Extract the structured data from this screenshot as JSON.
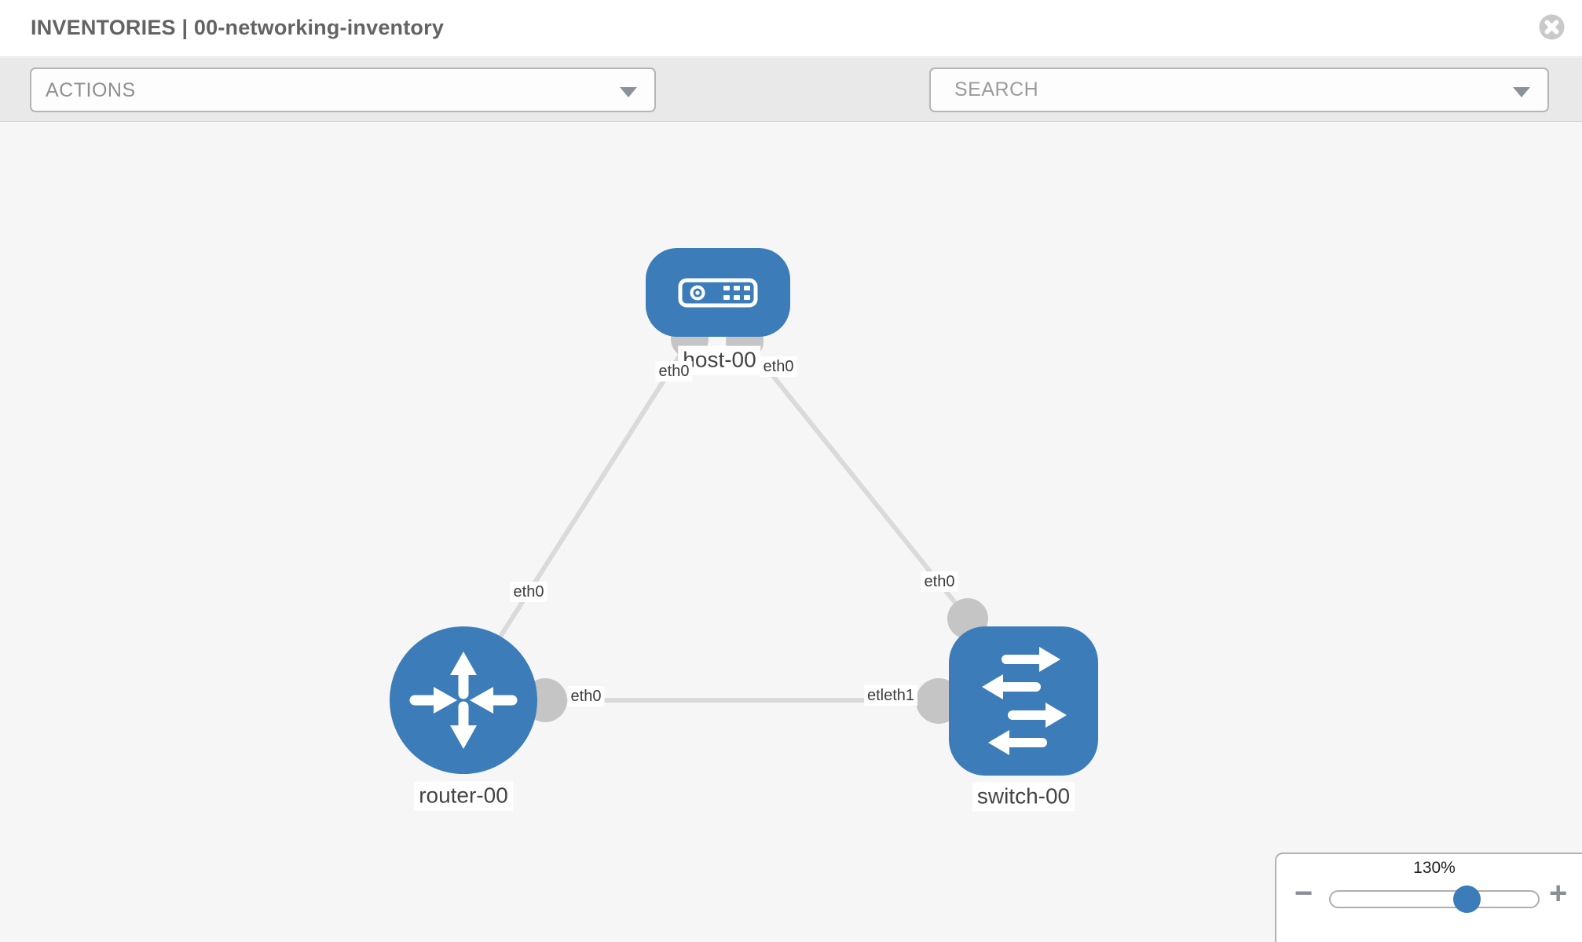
{
  "header": {
    "title": "INVENTORIES | 00-networking-inventory"
  },
  "toolbar": {
    "actions_label": "ACTIONS",
    "search_placeholder": "SEARCH",
    "icons": [
      "wrench-icon",
      "key-icon"
    ]
  },
  "topology": {
    "nodes": [
      {
        "id": "host-00",
        "type": "host",
        "label": "host-00"
      },
      {
        "id": "router-00",
        "type": "router",
        "label": "router-00"
      },
      {
        "id": "switch-00",
        "type": "switch",
        "label": "switch-00"
      }
    ],
    "links": [
      {
        "from": "host-00",
        "to": "router-00",
        "from_if": "eth0",
        "to_if": "eth0"
      },
      {
        "from": "host-00",
        "to": "switch-00",
        "from_if": "eth0",
        "to_if": "eth0"
      },
      {
        "from": "router-00",
        "to": "switch-00",
        "from_if": "eth0",
        "to_if": "etleth1"
      }
    ],
    "interface_labels": {
      "host_left": "eth0",
      "host_right": "eth0",
      "router_top": "eth0",
      "router_right": "eth0",
      "switch_top": "eth0",
      "switch_left": "etleth1"
    },
    "colors": {
      "node_fill": "#3b7cb9",
      "link": "#dadada",
      "endpoint": "#c5c5c5",
      "icon": "#ffffff"
    }
  },
  "zoom_panel": {
    "level": "130%",
    "minus_label": "−",
    "plus_label": "+"
  }
}
